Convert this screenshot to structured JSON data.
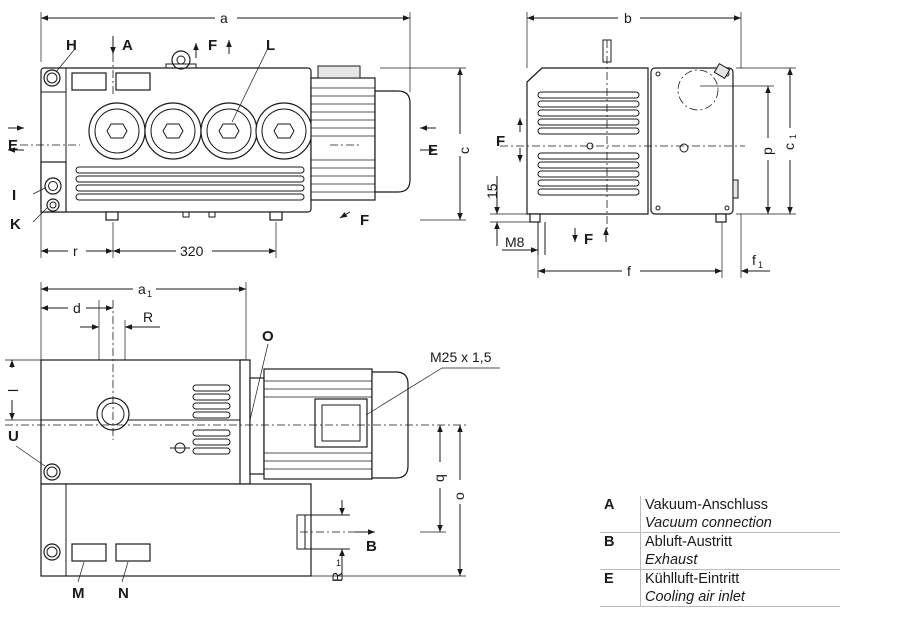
{
  "labels": {
    "H": "H",
    "A": "A",
    "F": "F",
    "L": "L",
    "E": "E",
    "I": "I",
    "K": "K",
    "O": "O",
    "U": "U",
    "M": "M",
    "N": "N",
    "B": "B"
  },
  "dimensions": {
    "a": "a",
    "b": "b",
    "c": "c",
    "c1": "c",
    "c1_sub": "1",
    "p": "p",
    "r": "r",
    "d320": "320",
    "d15": "15",
    "m8": "M8",
    "f": "f",
    "f1": "f",
    "f1_sub": "1",
    "a1": "a",
    "a1_sub": "1",
    "d": "d",
    "R": "R",
    "l": "l",
    "q": "q",
    "o": "o",
    "R1": "R",
    "R1_sub": "1",
    "thread": "M25 x 1,5"
  },
  "legend": [
    {
      "key": "A",
      "de": "Vakuum-Anschluss",
      "en": "Vacuum connection"
    },
    {
      "key": "B",
      "de": "Abluft-Austritt",
      "en": "Exhaust"
    },
    {
      "key": "E",
      "de": "Kühlluft-Eintritt",
      "en": "Cooling air inlet"
    }
  ]
}
